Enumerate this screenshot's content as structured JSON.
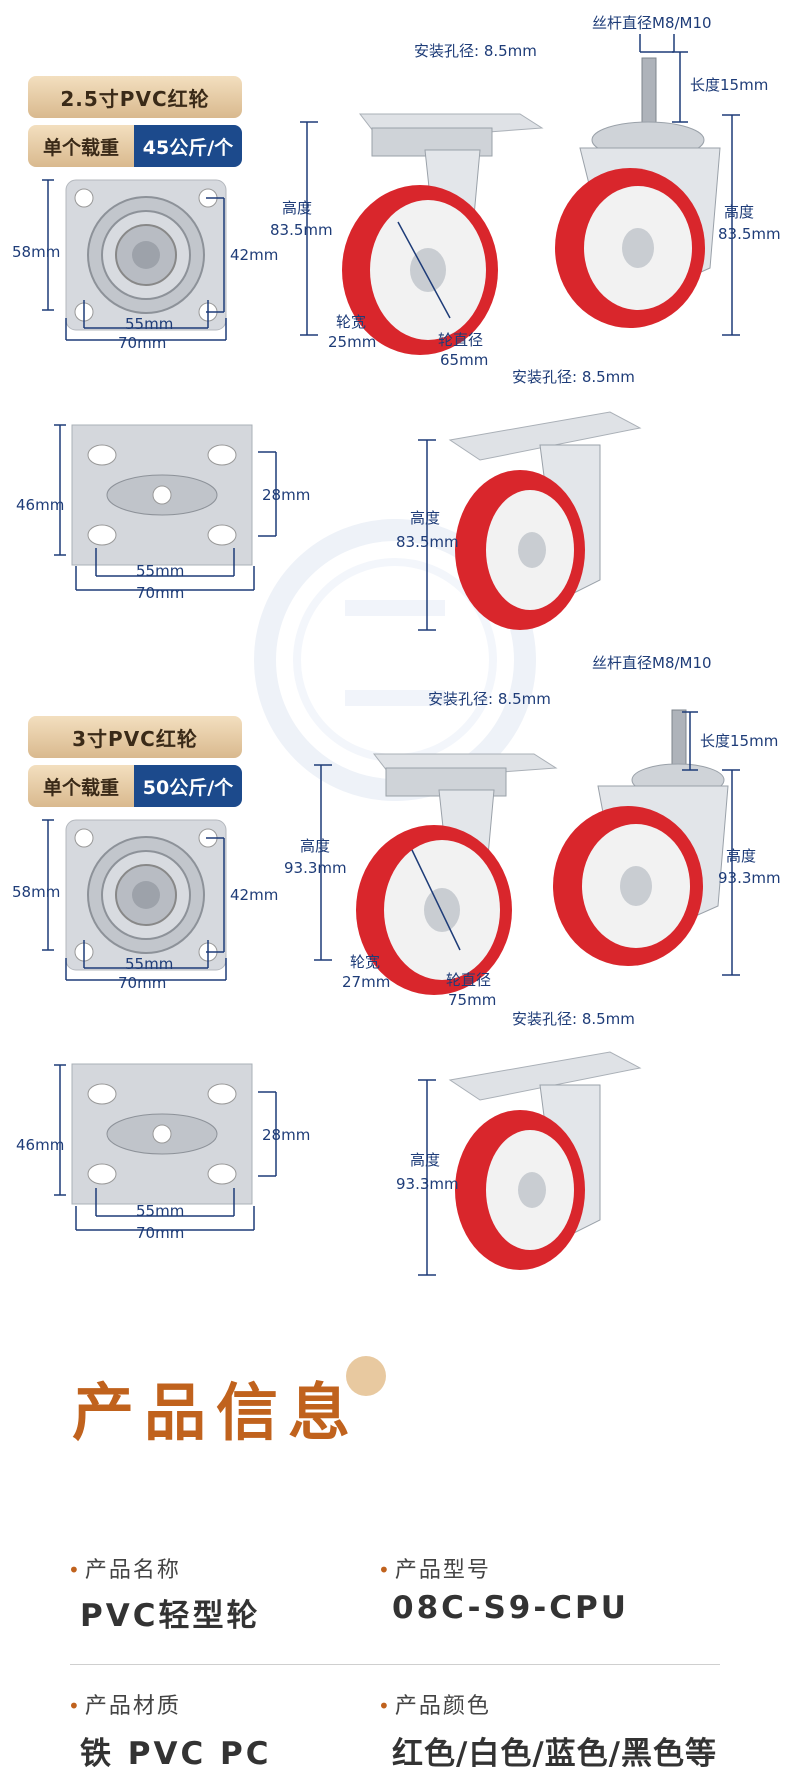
{
  "colors": {
    "accent": "#c0621d",
    "navy": "#1c4a8c",
    "gold": "#e2c69a",
    "wheel_red": "#d9262c"
  },
  "section1": {
    "size_badge": "2.5寸PVC红轮",
    "load_label": "单个载重",
    "load_value": "45公斤/个",
    "plate_swivel": {
      "height": "58mm",
      "inner_height": "42mm",
      "inner_width": "55mm",
      "outer_width": "70mm"
    },
    "plate_fixed": {
      "height": "46mm",
      "inner_height": "28mm",
      "inner_width": "55mm",
      "outer_width": "70mm"
    },
    "swivel": {
      "hole": "安装孔径: 8.5mm",
      "height_label": "高度",
      "height_value": "83.5mm",
      "width_label": "轮宽",
      "width_value": "25mm",
      "dia_label": "轮直径",
      "dia_value": "65mm"
    },
    "screw": {
      "thread": "丝杆直径M8/M10",
      "length": "长度15mm",
      "height_label": "高度",
      "height_value": "83.5mm"
    },
    "fixed": {
      "hole": "安装孔径: 8.5mm",
      "height_label": "高度",
      "height_value": "83.5mm"
    }
  },
  "section2": {
    "size_badge": "3寸PVC红轮",
    "load_label": "单个载重",
    "load_value": "50公斤/个",
    "plate_swivel": {
      "height": "58mm",
      "inner_height": "42mm",
      "inner_width": "55mm",
      "outer_width": "70mm"
    },
    "plate_fixed": {
      "height": "46mm",
      "inner_height": "28mm",
      "inner_width": "55mm",
      "outer_width": "70mm"
    },
    "swivel": {
      "hole": "安装孔径: 8.5mm",
      "height_label": "高度",
      "height_value": "93.3mm",
      "width_label": "轮宽",
      "width_value": "27mm",
      "dia_label": "轮直径",
      "dia_value": "75mm"
    },
    "screw": {
      "thread": "丝杆直径M8/M10",
      "length": "长度15mm",
      "height_label": "高度",
      "height_value": "93.3mm"
    },
    "fixed": {
      "hole": "安装孔径: 8.5mm",
      "height_label": "高度",
      "height_value": "93.3mm"
    }
  },
  "info": {
    "title": "产品信息",
    "bullet": "•",
    "name_label": "产品名称",
    "name_value": "PVC轻型轮",
    "model_label": "产品型号",
    "model_value": "08C-S9-CPU",
    "material_label": "产品材质",
    "material_value": "铁 PVC PC",
    "color_label": "产品颜色",
    "color_value": "红色/白色/蓝色/黑色等"
  }
}
